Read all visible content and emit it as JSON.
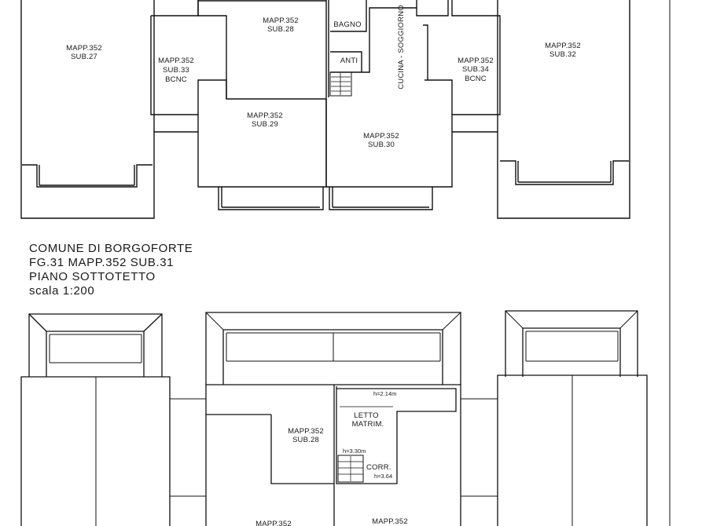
{
  "title_block": {
    "line1": "COMUNE DI BORGOFORTE",
    "line2": "FG.31 MAPP.352 SUB.31",
    "line3": "PIANO SOTTOTETTO",
    "line4": "scala 1:200"
  },
  "upper_plan": {
    "sub27": [
      "MAPP.352",
      "SUB.27"
    ],
    "sub33": [
      "MAPP.352",
      "SUB.33",
      "BCNC"
    ],
    "sub28": [
      "MAPP.352",
      "SUB.28"
    ],
    "bagno": "BAGNO",
    "anti": "ANTI",
    "cucina": "CUCINA - SOGGIORNO",
    "sub34": [
      "MAPP.352",
      "SUB.34",
      "BCNC"
    ],
    "sub32": [
      "MAPP.352",
      "SUB.32"
    ],
    "sub29": [
      "MAPP.352",
      "SUB.29"
    ],
    "sub30": [
      "MAPP.352",
      "SUB.30"
    ]
  },
  "lower_plan": {
    "letto": [
      "LETTO",
      "MATRIM."
    ],
    "sub28": [
      "MAPP.352",
      "SUB.28"
    ],
    "h1": "h=2.14m",
    "h2": "h=3.30m",
    "corr": "CORR.",
    "h3": "h=3.64",
    "bottom_left": "MAPP.352",
    "bottom_right": "MAPP.352"
  }
}
